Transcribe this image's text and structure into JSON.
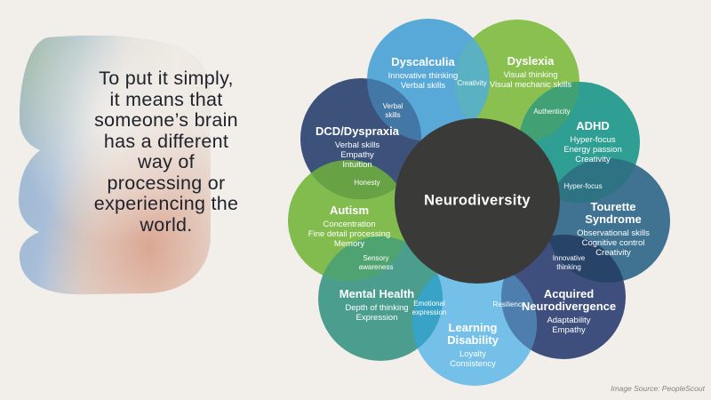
{
  "slide": {
    "background_color": "#f2efeb",
    "quote_lines": [
      "To put it simply,",
      "it means that",
      "someone’s brain",
      "has a different",
      "way of",
      "processing or",
      "experiencing the",
      "world."
    ],
    "credit": "Image Source: PeopleScout"
  },
  "diagram": {
    "center": {
      "id": "neurodiversity",
      "label": "Neurodiversity",
      "color": "#3a3a38",
      "text_color": "#ffffff"
    },
    "petals": [
      {
        "id": "dyscalculia",
        "label": "Dyscalculia",
        "skills": [
          "Innovative thinking",
          "Verbal skills"
        ],
        "color": "#58a9d8"
      },
      {
        "id": "dyslexia",
        "label": "Dyslexia",
        "skills": [
          "Visual thinking",
          "Visual mechanic skills"
        ],
        "color": "#8ac04f"
      },
      {
        "id": "adhd",
        "label": "ADHD",
        "skills": [
          "Hyper-focus",
          "Energy passion",
          "Creativity"
        ],
        "color": "#2f9e93"
      },
      {
        "id": "tourette",
        "label": "Tourette Syndrome",
        "skills": [
          "Observational skills",
          "Cognitive control",
          "Creativity"
        ],
        "color": "#3f7391"
      },
      {
        "id": "acquired",
        "label": "Acquired Neurodivergence",
        "skills": [
          "Adaptability",
          "Empathy"
        ],
        "color": "#3e4f7d"
      },
      {
        "id": "learning",
        "label": "Learning Disability",
        "skills": [
          "Loyalty",
          "Consistency"
        ],
        "color": "#74c0e8"
      },
      {
        "id": "mental",
        "label": "Mental Health",
        "skills": [
          "Depth of thinking",
          "Expression"
        ],
        "color": "#4b9e8d"
      },
      {
        "id": "autism",
        "label": "Autism",
        "skills": [
          "Concentration",
          "Fine detail processing",
          "Memory"
        ],
        "color": "#82bc4e"
      },
      {
        "id": "dcd",
        "label": "DCD/Dyspraxia",
        "skills": [
          "Verbal skills",
          "Empathy",
          "Intuition"
        ],
        "color": "#3c527b"
      }
    ],
    "overlaps": [
      {
        "id": "creativity",
        "label": "Creativity",
        "between": [
          "dyscalculia",
          "dyslexia"
        ],
        "color": "#59b1c1"
      },
      {
        "id": "authenticity",
        "label": "Authenticity",
        "between": [
          "dyslexia",
          "adhd"
        ],
        "color": "#42a075"
      },
      {
        "id": "hyper-focus",
        "label": "Hyper-focus",
        "between": [
          "adhd",
          "tourette"
        ],
        "color": "#2d7383"
      },
      {
        "id": "innovative-thinking",
        "label": "Innovative thinking",
        "between": [
          "tourette",
          "acquired"
        ],
        "color": "#274468"
      },
      {
        "id": "resilience",
        "label": "Resilience",
        "between": [
          "acquired",
          "learning"
        ],
        "color": "#4d7ead"
      },
      {
        "id": "emotional-expression",
        "label": "Emotional expression",
        "between": [
          "learning",
          "mental"
        ],
        "color": "#38a3c7"
      },
      {
        "id": "sensory-awareness",
        "label": "Sensory awareness",
        "between": [
          "mental",
          "autism"
        ],
        "color": "#4ea370"
      },
      {
        "id": "honesty",
        "label": "Honesty",
        "between": [
          "autism",
          "dcd"
        ],
        "color": "#67a345"
      },
      {
        "id": "verbal-skills",
        "label": "Verbal skills",
        "between": [
          "dcd",
          "dyscalculia"
        ],
        "color": "#4377a5"
      }
    ]
  }
}
